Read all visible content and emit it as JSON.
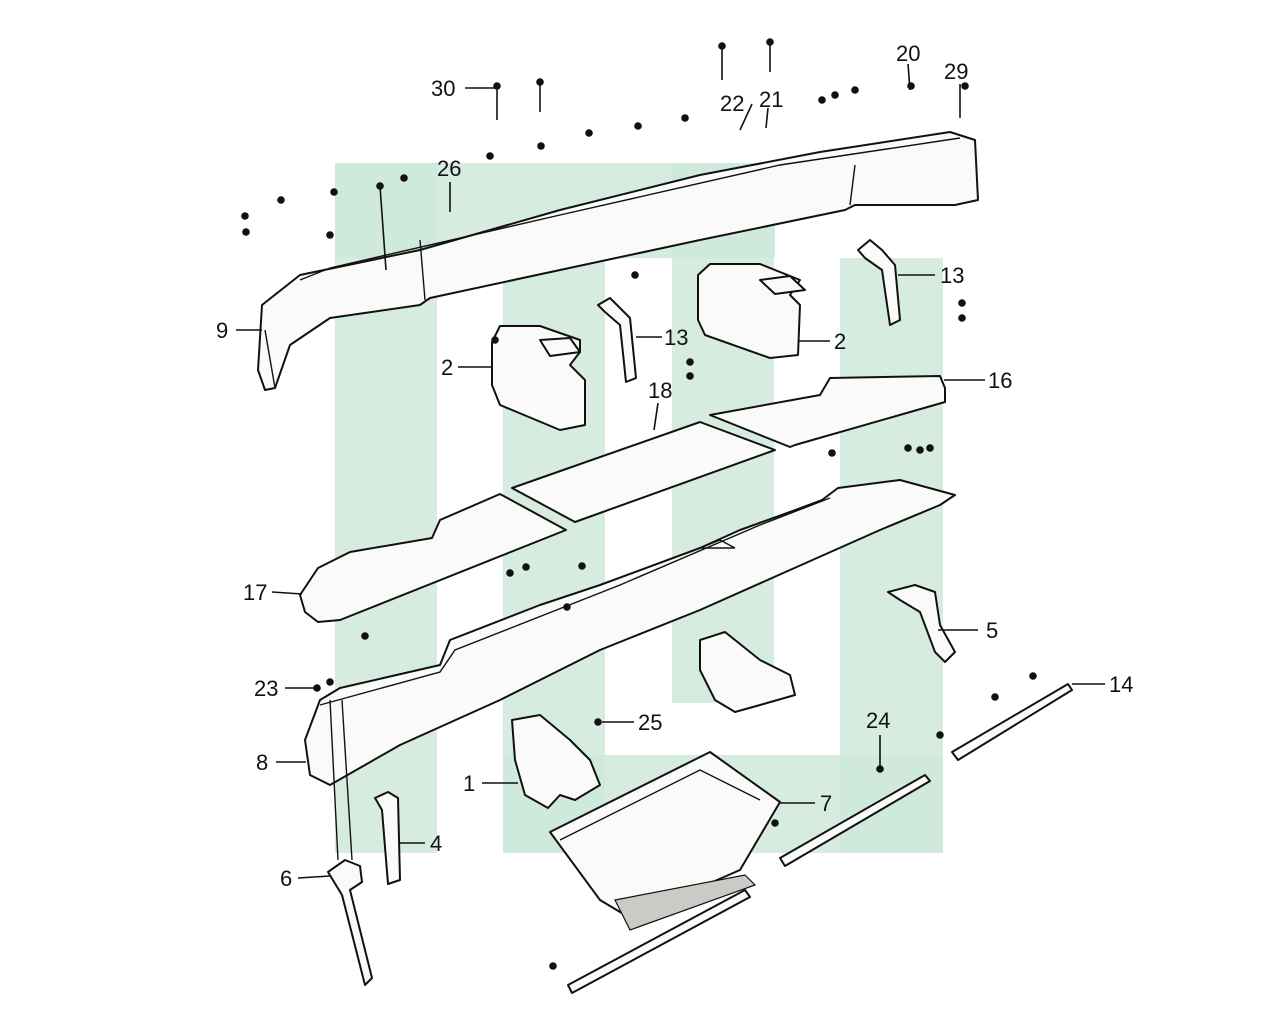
{
  "watermark_color": "#cfe9dc",
  "callouts": {
    "c1": "1",
    "c2a": "2",
    "c2b": "2",
    "c4": "4",
    "c5": "5",
    "c6": "6",
    "c7": "7",
    "c8": "8",
    "c9": "9",
    "c13a": "13",
    "c13b": "13",
    "c14": "14",
    "c16": "16",
    "c17": "17",
    "c18": "18",
    "c20": "20",
    "c21": "21",
    "c22": "22",
    "c23": "23",
    "c24": "24",
    "c25": "25",
    "c26": "26",
    "c29": "29",
    "c30": "30"
  }
}
